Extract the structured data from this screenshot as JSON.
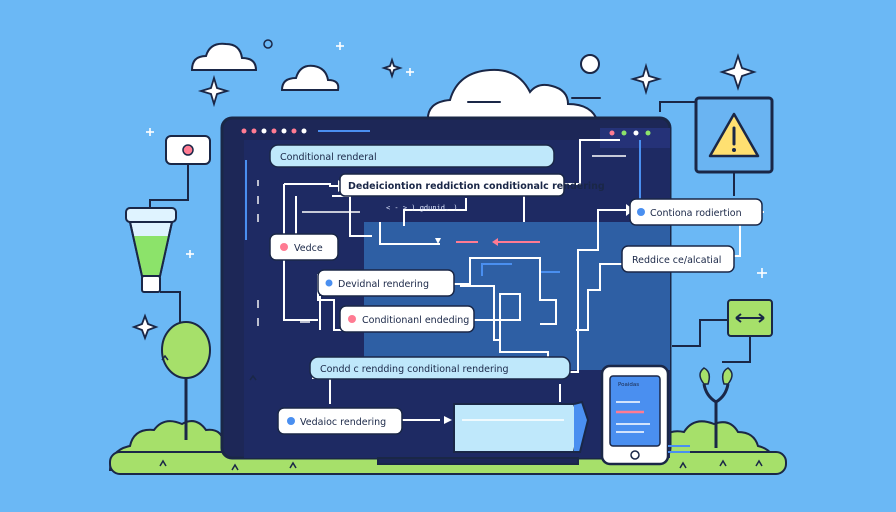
{
  "labels": {
    "top_bar": "Conditional renderal",
    "center_top": "Dedeiciontion reddiction conditionalc rendering",
    "right_top": "Contiona rodiertion",
    "code_line": "< - > ) gdunid, )",
    "left_badge": "Vedce",
    "right_mid": "Reddice ce/alcatial",
    "mid_upper": "Devidnal rendering",
    "mid_lower": "Conditionanl endeding",
    "bottom_bar": "Condd c rendding conditional rendering",
    "bottom_left": "Vedaioc rendering",
    "phone_label": "Poaidas"
  },
  "colors": {
    "sky": "#6bb8f5",
    "screen": "#1d2757",
    "panel": "#2e5fa4",
    "grass": "#a6e06a",
    "outline": "#1a2747",
    "warning": "#ffe071",
    "accent_red": "#ff7b92",
    "accent_blue": "#4a8ff0"
  },
  "icons": [
    "warning-icon",
    "cloud-icon",
    "sparkle-icon",
    "flask-icon",
    "tree-icon",
    "phone-icon",
    "arrows-icon",
    "beacon-icon"
  ]
}
